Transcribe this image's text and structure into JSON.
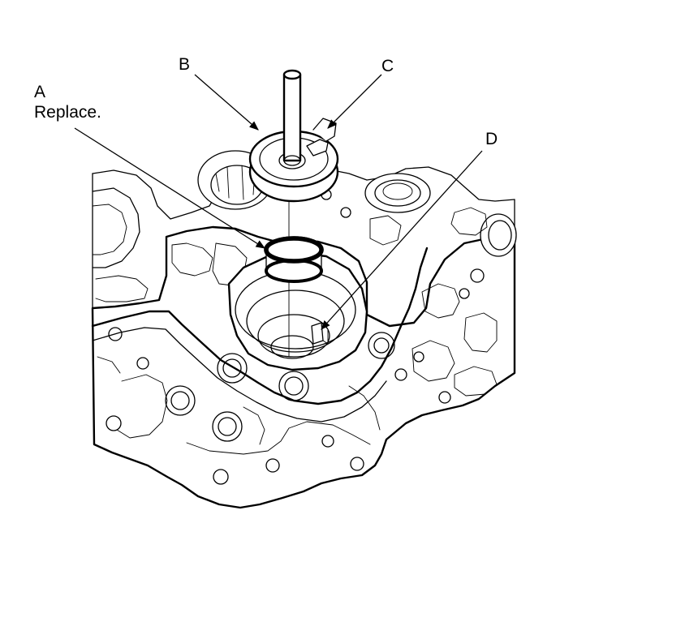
{
  "callouts": {
    "a_letter": "A",
    "a_note": "Replace.",
    "b_letter": "B",
    "c_letter": "C",
    "d_letter": "D"
  }
}
